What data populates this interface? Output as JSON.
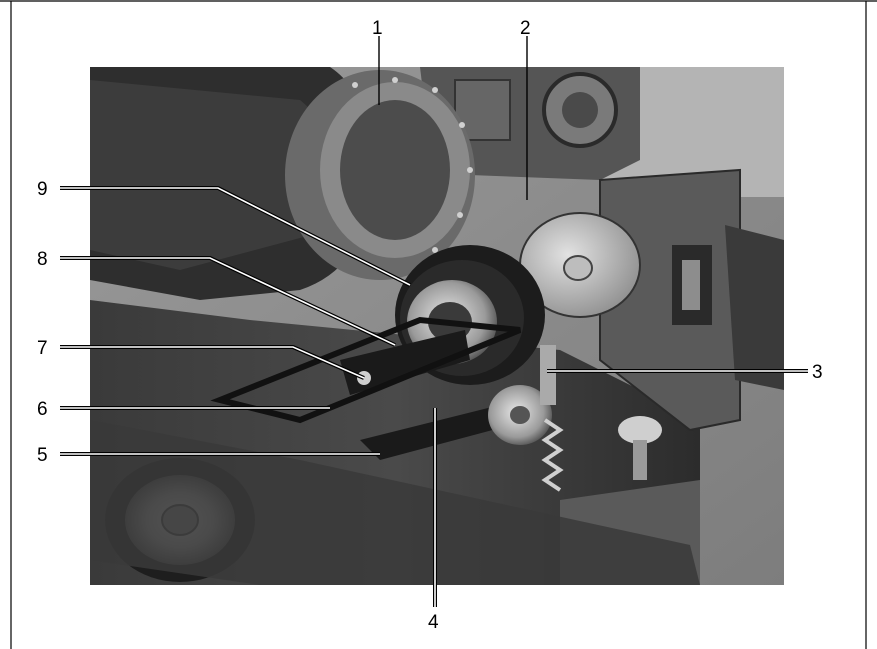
{
  "figure": {
    "type": "machine-photo-with-callouts",
    "photo_description_tone": "grayscale",
    "callouts": [
      "1",
      "2",
      "3",
      "4",
      "5",
      "6",
      "7",
      "8",
      "9"
    ]
  }
}
